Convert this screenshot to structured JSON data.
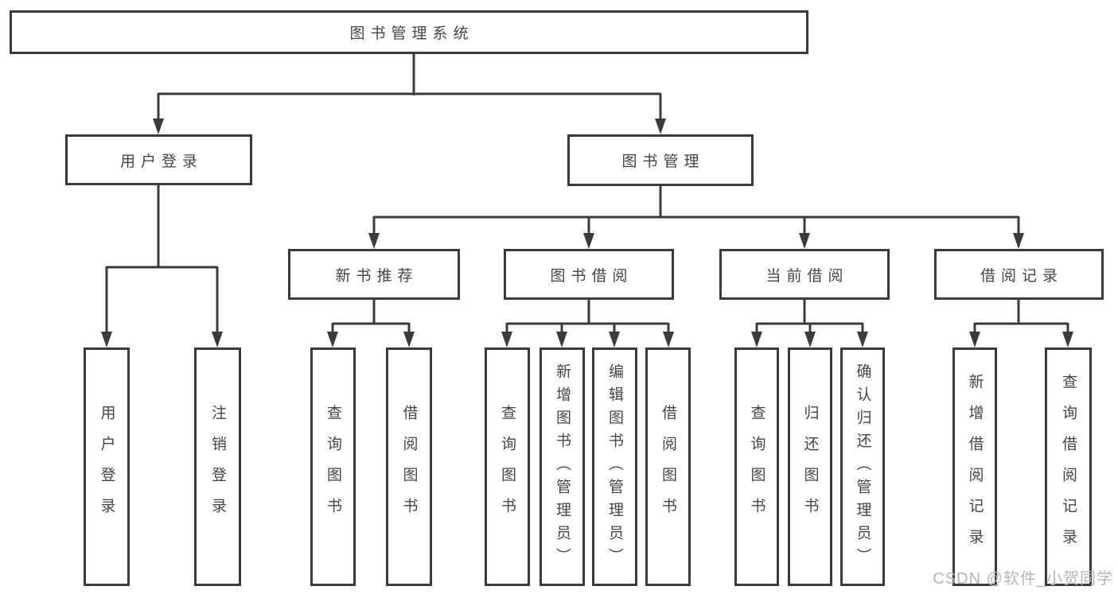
{
  "tree": {
    "root": {
      "label": "图书管理系统"
    },
    "branches": [
      {
        "label": "用户登录",
        "children": [
          {
            "label": "用户登录"
          },
          {
            "label": "注销登录"
          }
        ]
      },
      {
        "label": "图书管理",
        "children": [
          {
            "label": "新书推荐",
            "children": [
              {
                "label": "查询图书"
              },
              {
                "label": "借阅图书"
              }
            ]
          },
          {
            "label": "图书借阅",
            "children": [
              {
                "label": "查询图书"
              },
              {
                "label": "新增图书（管理员）"
              },
              {
                "label": "编辑图书（管理员）"
              },
              {
                "label": "借阅图书"
              }
            ]
          },
          {
            "label": "当前借阅",
            "children": [
              {
                "label": "查询图书"
              },
              {
                "label": "归还图书"
              },
              {
                "label": "确认归还（管理员）"
              }
            ]
          },
          {
            "label": "借阅记录",
            "children": [
              {
                "label": "新增借阅记录"
              },
              {
                "label": "查询借阅记录"
              }
            ]
          }
        ]
      }
    ]
  },
  "watermark": "CSDN @软件_小贺同学",
  "colors": {
    "line": "#3b3b3b",
    "text": "#454545",
    "watermark": "#b6b6b6",
    "background": "#ffffff"
  }
}
